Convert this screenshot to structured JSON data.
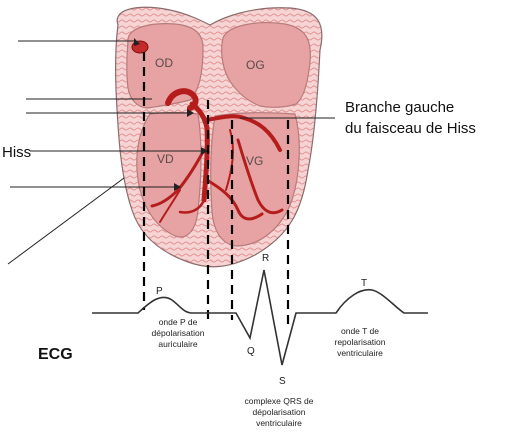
{
  "labels": {
    "branch_left_line1": "Branche gauche",
    "branch_left_line2": "du faisceau de Hiss",
    "hiss": "Hiss",
    "ecg": "ECG"
  },
  "chambers": {
    "od": "OD",
    "og": "OG",
    "vd": "VD",
    "vg": "VG"
  },
  "waves": {
    "p": "P",
    "q": "Q",
    "r": "R",
    "s": "S",
    "t": "T"
  },
  "captions": {
    "p_line1": "onde P de",
    "p_line2": "dépolarisation",
    "p_line3": "auriculaire",
    "qrs_line1": "complexe QRS de",
    "qrs_line2": "dépolarisation",
    "qrs_line3": "ventriculaire",
    "t_line1": "onde T de",
    "t_line2": "repolarisation",
    "t_line3": "ventriculaire"
  },
  "colors": {
    "heart_outer": "#f3c7c7",
    "heart_stripe": "#e39494",
    "chamber_fill": "#e7a3a3",
    "chamber_stroke": "#b87a7a",
    "conduction": "#b51d1d"
  }
}
